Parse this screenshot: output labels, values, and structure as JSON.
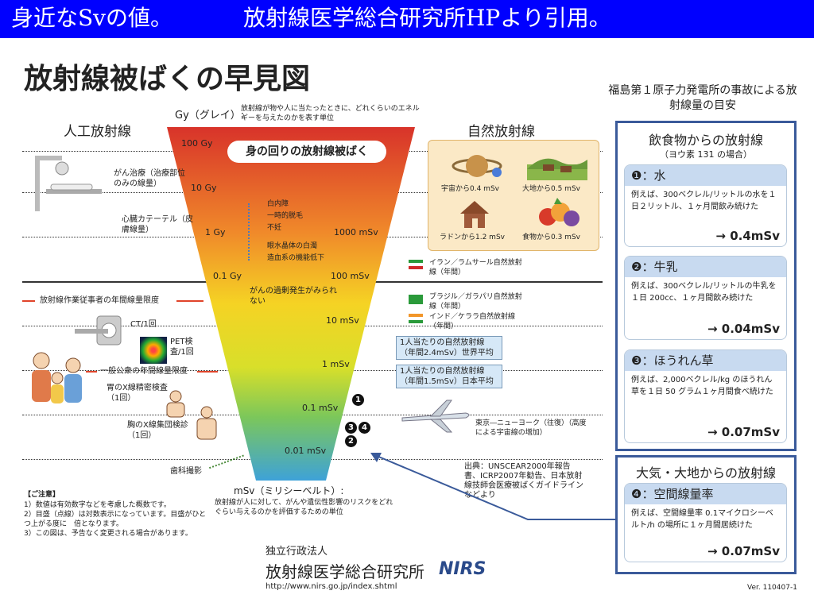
{
  "title_left": "身近なSvの値。",
  "title_right": "放射線医学総合研究所HPより引用。",
  "heading": "放射線被ばくの早見図",
  "gy_label": "Gy（グレイ）:",
  "gy_desc": "放射線が物や人に当たったときに、どれくらいのエネルギーを与えたのかを表す単位",
  "artificial": "人工放射線",
  "natural": "自然放射線",
  "bubble": "身の回りの放射線被ばく",
  "scale": {
    "g100": "100 Gy",
    "g10": "10 Gy",
    "g1": "1 Gy",
    "s1000": "1000 mSv",
    "g01": "0.1 Gy",
    "s100": "100 mSv",
    "s10": "10 mSv",
    "s1": "1 mSv",
    "s01": "0.1 mSv",
    "s001": "0.01 mSv"
  },
  "effects": [
    "白内障",
    "一時的脱毛",
    "不妊",
    "眼水晶体の白濁",
    "造血系の機能低下"
  ],
  "cancer_risk": "がんの過剰発生がみられない",
  "left_items": {
    "cancer_treat": "がん治療（治療部位のみの線量）",
    "catheter": "心臓カテーテル（皮膚線量）",
    "worker": "放射線作業従事者の年間線量限度",
    "ct": "CT/1回",
    "pet": "PET検査/1回",
    "public": "一般公衆の年間線量限度",
    "stomach": "胃のX線精密検査（1回）",
    "chest": "胸のX線集団検診（1回）",
    "dental": "歯科撮影"
  },
  "natural_items": [
    "宇宙から0.4 mSv",
    "大地から0.5 mSv",
    "ラドンから1.2 mSv",
    "食物から0.3 mSv"
  ],
  "regions": {
    "iran": "イラン／ラムサール自然放射線（年間）",
    "brazil": "ブラジル／ガラパリ自然放射線（年間）",
    "india": "インド／ケララ自然放射線（年間）",
    "world": "1人当たりの自然放射線（年間2.4mSv）世界平均",
    "japan": "1人当たりの自然放射線（年間1.5mSv）日本平均"
  },
  "flight": "東京―ニューヨーク（往復）（高度による宇宙線の増加）",
  "source": "出典：UNSCEAR2000年報告書、ICRP2007年勧告、日本放射線技師会医療被ばくガイドラインなどより",
  "msv_label": "mSv（ミリシーベルト）:",
  "msv_desc": "放射線が人に対して、がんや遺伝性影響のリスクをどれぐらい与えるのかを評価するための単位",
  "notes_title": "【ご注意】",
  "notes": [
    "1）数値は有効数字などを考慮した概数です。",
    "2）目盛（点線）は対数表示になっています。目盛がひとつ上がる度に　倍となります。",
    "3）この図は、予告なく変更される場合があります。"
  ],
  "org_type": "独立行政法人",
  "org_name": "放射線医学総合研究所",
  "org_logo": "NIRS",
  "url": "http://www.nirs.go.jp/index.shtml",
  "version": "Ver. 110407-1",
  "fukushima_title": "福島第１原子力発電所の事故による放射線量の目安",
  "food_panel": {
    "title": "飲食物からの放射線",
    "subtitle": "（ヨウ素 131 の場合）"
  },
  "cards": [
    {
      "badge": "❶",
      "name": "：水",
      "text": "例えば、300ベクレル/リットルの水を１日２リットル、１ヶ月間飲み続けた",
      "result": "→ 0.4mSv"
    },
    {
      "badge": "❷",
      "name": "：牛乳",
      "text": "例えば、300ベクレル/リットルの牛乳を１日 200cc、１ヶ月間飲み続けた",
      "result": "→ 0.04mSv"
    },
    {
      "badge": "❸",
      "name": "：ほうれん草",
      "text": "例えば、2,000ベクレル/kg のほうれん草を１日 50 グラム１ヶ月間食べ続けた",
      "result": "→ 0.07mSv"
    }
  ],
  "air_panel": {
    "title": "大気・大地からの放射線"
  },
  "air_card": {
    "badge": "❹",
    "name": "：空間線量率",
    "text": "例えば、空間線量率 0.1マイクロシーベルト/h の場所に１ヶ月間居続けた",
    "result": "→ 0.07mSv"
  },
  "colors": {
    "title_bar": "#0000ff",
    "panel_border": "#3a5a9a",
    "card_header": "#c8daf0",
    "accent_red": "#e0442a"
  }
}
